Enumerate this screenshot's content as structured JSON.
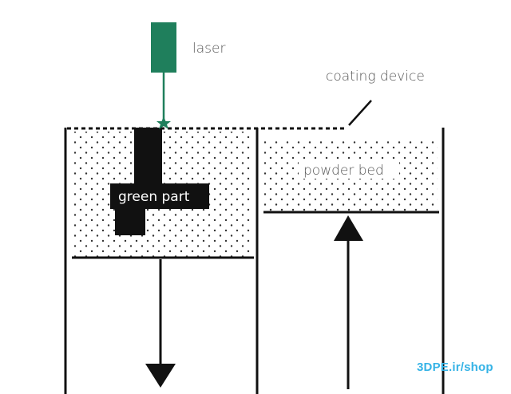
{
  "labels": {
    "laser": "laser",
    "coating_device": "coating device",
    "powder_bed": "powder bed",
    "green_part": "green part"
  },
  "watermark": "3DPE.ir/shop",
  "colors": {
    "laser": "#1f7f5c",
    "line": "#111111",
    "text": "#555555",
    "watermark": "#35b3e6"
  }
}
